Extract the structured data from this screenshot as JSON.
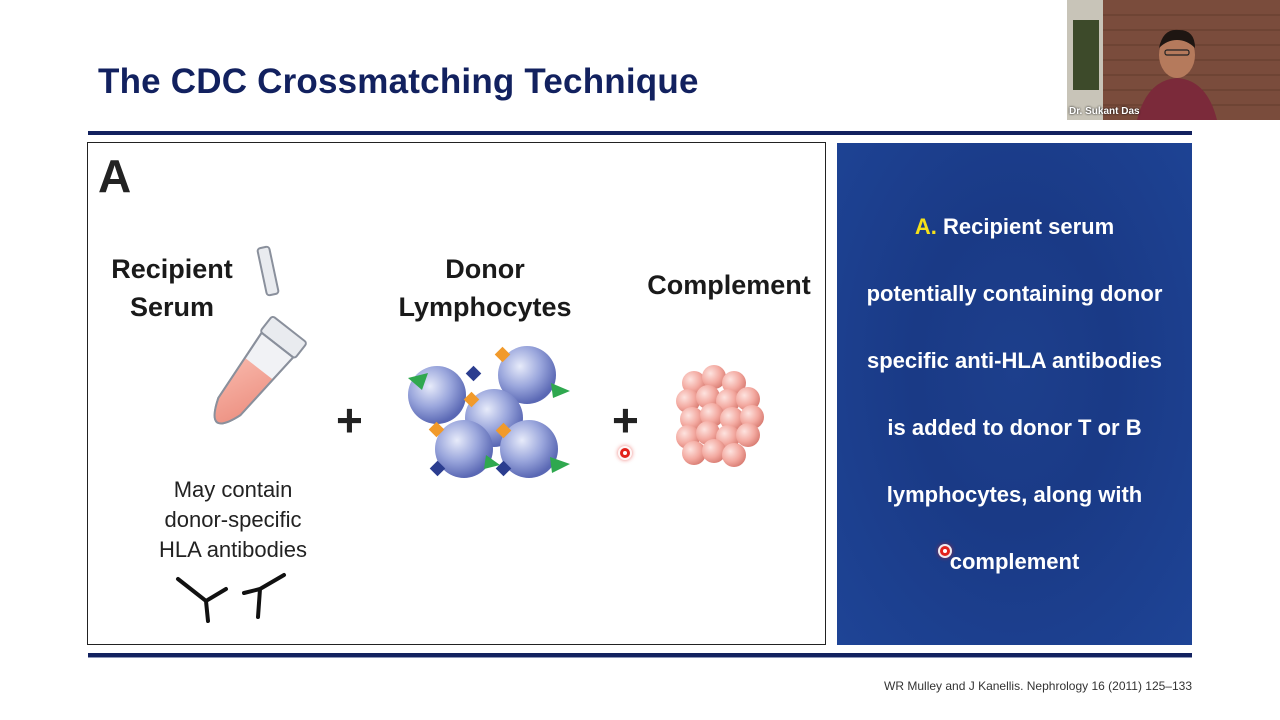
{
  "slide": {
    "title": "The CDC Crossmatching Technique",
    "figure": {
      "panel_letter": "A",
      "recipient_label_line1": "Recipient",
      "recipient_label_line2": "Serum",
      "donor_label_line1": "Donor",
      "donor_label_line2": "Lymphocytes",
      "complement_label": "Complement",
      "may_contain_line1": "May contain",
      "may_contain_line2": "donor-specific",
      "may_contain_line3": "HLA antibodies",
      "plus_sign": "+"
    },
    "info": {
      "highlight": "A.",
      "line1_rest": " Recipient serum",
      "line2": "potentially containing donor",
      "line3": "specific anti-HLA antibodies",
      "line4": "is added to donor T or B",
      "line5": "lymphocytes, along with",
      "line6": "complement"
    },
    "citation": "WR Mulley and J Kanellis. Nephrology 16 (2011) 125–133"
  },
  "webcam": {
    "presenter_name": "Dr. Sukant Das"
  },
  "colors": {
    "title": "#12215f",
    "panel_bg": "#1c3f8e",
    "highlight": "#f5e11a",
    "pointer": "#e2221b"
  }
}
